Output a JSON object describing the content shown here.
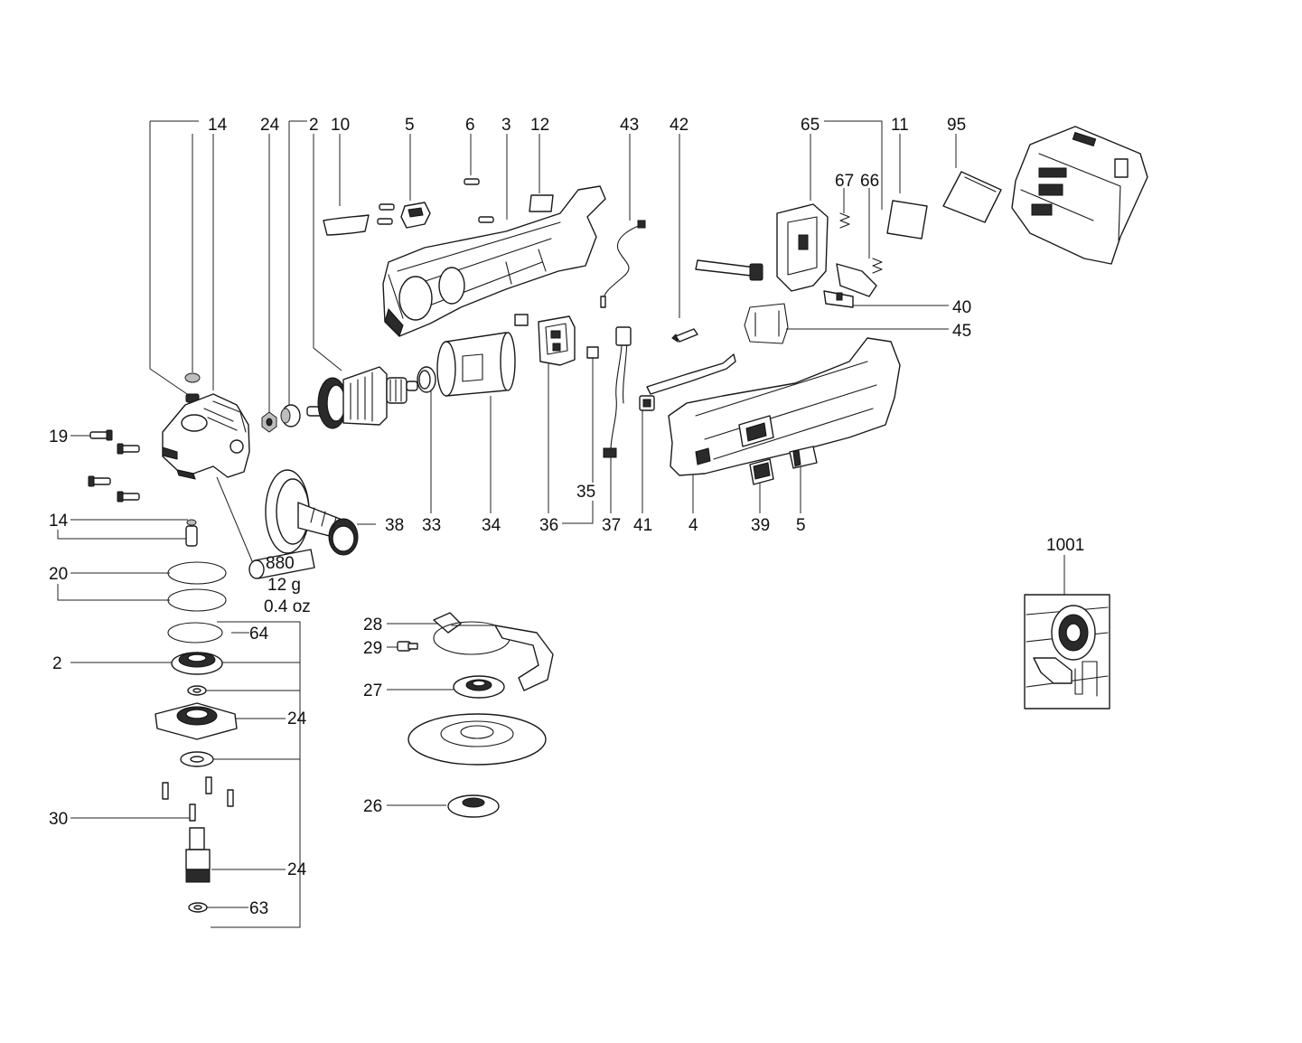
{
  "callouts": [
    {
      "id": "c14a",
      "text": "14"
    },
    {
      "id": "c24a",
      "text": "24"
    },
    {
      "id": "c2a",
      "text": "2"
    },
    {
      "id": "c10",
      "text": "10"
    },
    {
      "id": "c5a",
      "text": "5"
    },
    {
      "id": "c6",
      "text": "6"
    },
    {
      "id": "c3",
      "text": "3"
    },
    {
      "id": "c12",
      "text": "12"
    },
    {
      "id": "c43",
      "text": "43"
    },
    {
      "id": "c42",
      "text": "42"
    },
    {
      "id": "c65",
      "text": "65"
    },
    {
      "id": "c11",
      "text": "11"
    },
    {
      "id": "c95",
      "text": "95"
    },
    {
      "id": "c67",
      "text": "67"
    },
    {
      "id": "c66",
      "text": "66"
    },
    {
      "id": "c40",
      "text": "40"
    },
    {
      "id": "c45",
      "text": "45"
    },
    {
      "id": "c19",
      "text": "19"
    },
    {
      "id": "c14b",
      "text": "14"
    },
    {
      "id": "c35",
      "text": "35"
    },
    {
      "id": "c38",
      "text": "38"
    },
    {
      "id": "c33",
      "text": "33"
    },
    {
      "id": "c34",
      "text": "34"
    },
    {
      "id": "c36",
      "text": "36"
    },
    {
      "id": "c37",
      "text": "37"
    },
    {
      "id": "c41",
      "text": "41"
    },
    {
      "id": "c4",
      "text": "4"
    },
    {
      "id": "c39",
      "text": "39"
    },
    {
      "id": "c5b",
      "text": "5"
    },
    {
      "id": "c1001",
      "text": "1001"
    },
    {
      "id": "c20",
      "text": "20"
    },
    {
      "id": "c880",
      "text": "880"
    },
    {
      "id": "c12g",
      "text": "12 g"
    },
    {
      "id": "c04oz",
      "text": "0.4 oz"
    },
    {
      "id": "c64",
      "text": "64"
    },
    {
      "id": "c28",
      "text": "28"
    },
    {
      "id": "c29",
      "text": "29"
    },
    {
      "id": "c2b",
      "text": "2"
    },
    {
      "id": "c27",
      "text": "27"
    },
    {
      "id": "c24b",
      "text": "24"
    },
    {
      "id": "c26",
      "text": "26"
    },
    {
      "id": "c30",
      "text": "30"
    },
    {
      "id": "c24c",
      "text": "24"
    },
    {
      "id": "c63",
      "text": "63"
    }
  ]
}
